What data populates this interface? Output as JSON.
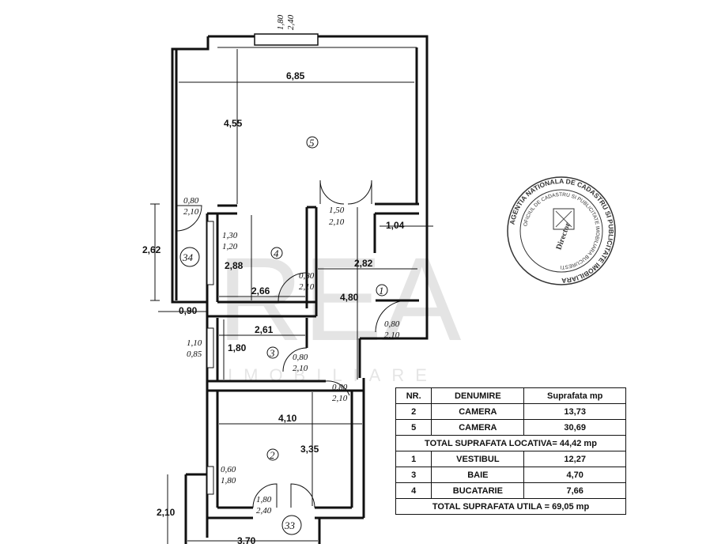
{
  "plan": {
    "dims": {
      "window_top_a": "1,80",
      "window_top_b": "2,40",
      "room5_width": "6,85",
      "room5_height": "4,55",
      "door_left_a": "0,80",
      "door_left_b": "2,10",
      "height_34": "2,62",
      "kitchen_window_a": "1,30",
      "kitchen_window_b": "1,20",
      "kitchen_height": "2,88",
      "kitchen_door_a": "0,80",
      "kitchen_door_b": "2,10",
      "kitchen_width": "2,66",
      "hall_door_a": "1,50",
      "hall_door_b": "2,10",
      "closet": "1,04",
      "hall_width": "2,82",
      "hall_height": "4,80",
      "hall_door2_a": "0,80",
      "hall_door2_b": "2,10",
      "bath_offset": "0,90",
      "bath_width": "2,61",
      "bath_window_a": "1,10",
      "bath_window_b": "0,85",
      "bath_height": "1,80",
      "bath_door_a": "0,80",
      "bath_door_b": "2,10",
      "room2_door_a": "0,80",
      "room2_door_b": "2,10",
      "room2_width": "4,10",
      "room2_height": "3,35",
      "room2_window_a": "0,60",
      "room2_window_b": "1,80",
      "balcony_door_a": "1,80",
      "balcony_door_b": "2,40",
      "balcony_height": "2,10",
      "balcony_width": "3,70"
    },
    "rooms": {
      "r1": "1",
      "r2": "2",
      "r3": "3",
      "r4": "4",
      "r5": "5",
      "r33": "33",
      "r34": "34"
    },
    "watermark": {
      "main": "REA",
      "sub": "IMOBILIARE"
    }
  },
  "table": {
    "headers": [
      "NR.",
      "DENUMIRE",
      "Suprafata mp"
    ],
    "rows_locative": [
      {
        "nr": "2",
        "name": "CAMERA",
        "area": "13,73"
      },
      {
        "nr": "5",
        "name": "CAMERA",
        "area": "30,69"
      }
    ],
    "total_locativa": "TOTAL SUPRAFATA LOCATIVA= 44,42 mp",
    "rows_utile": [
      {
        "nr": "1",
        "name": "VESTIBUL",
        "area": "12,27"
      },
      {
        "nr": "3",
        "name": "BAIE",
        "area": "4,70"
      },
      {
        "nr": "4",
        "name": "BUCATARIE",
        "area": "7,66"
      }
    ],
    "total_utila": "TOTAL SUPRAFATA UTILA = 69,05 mp"
  },
  "stamp": {
    "outer": "AGENTIA NATIONALA DE CADASTRU SI PUBLICITATE IMOBILIARA",
    "inner": "OFICIUL DE CADASTRU SI PUBLICITATE IMOBILIARA BUCURESTI",
    "center": "Director"
  }
}
